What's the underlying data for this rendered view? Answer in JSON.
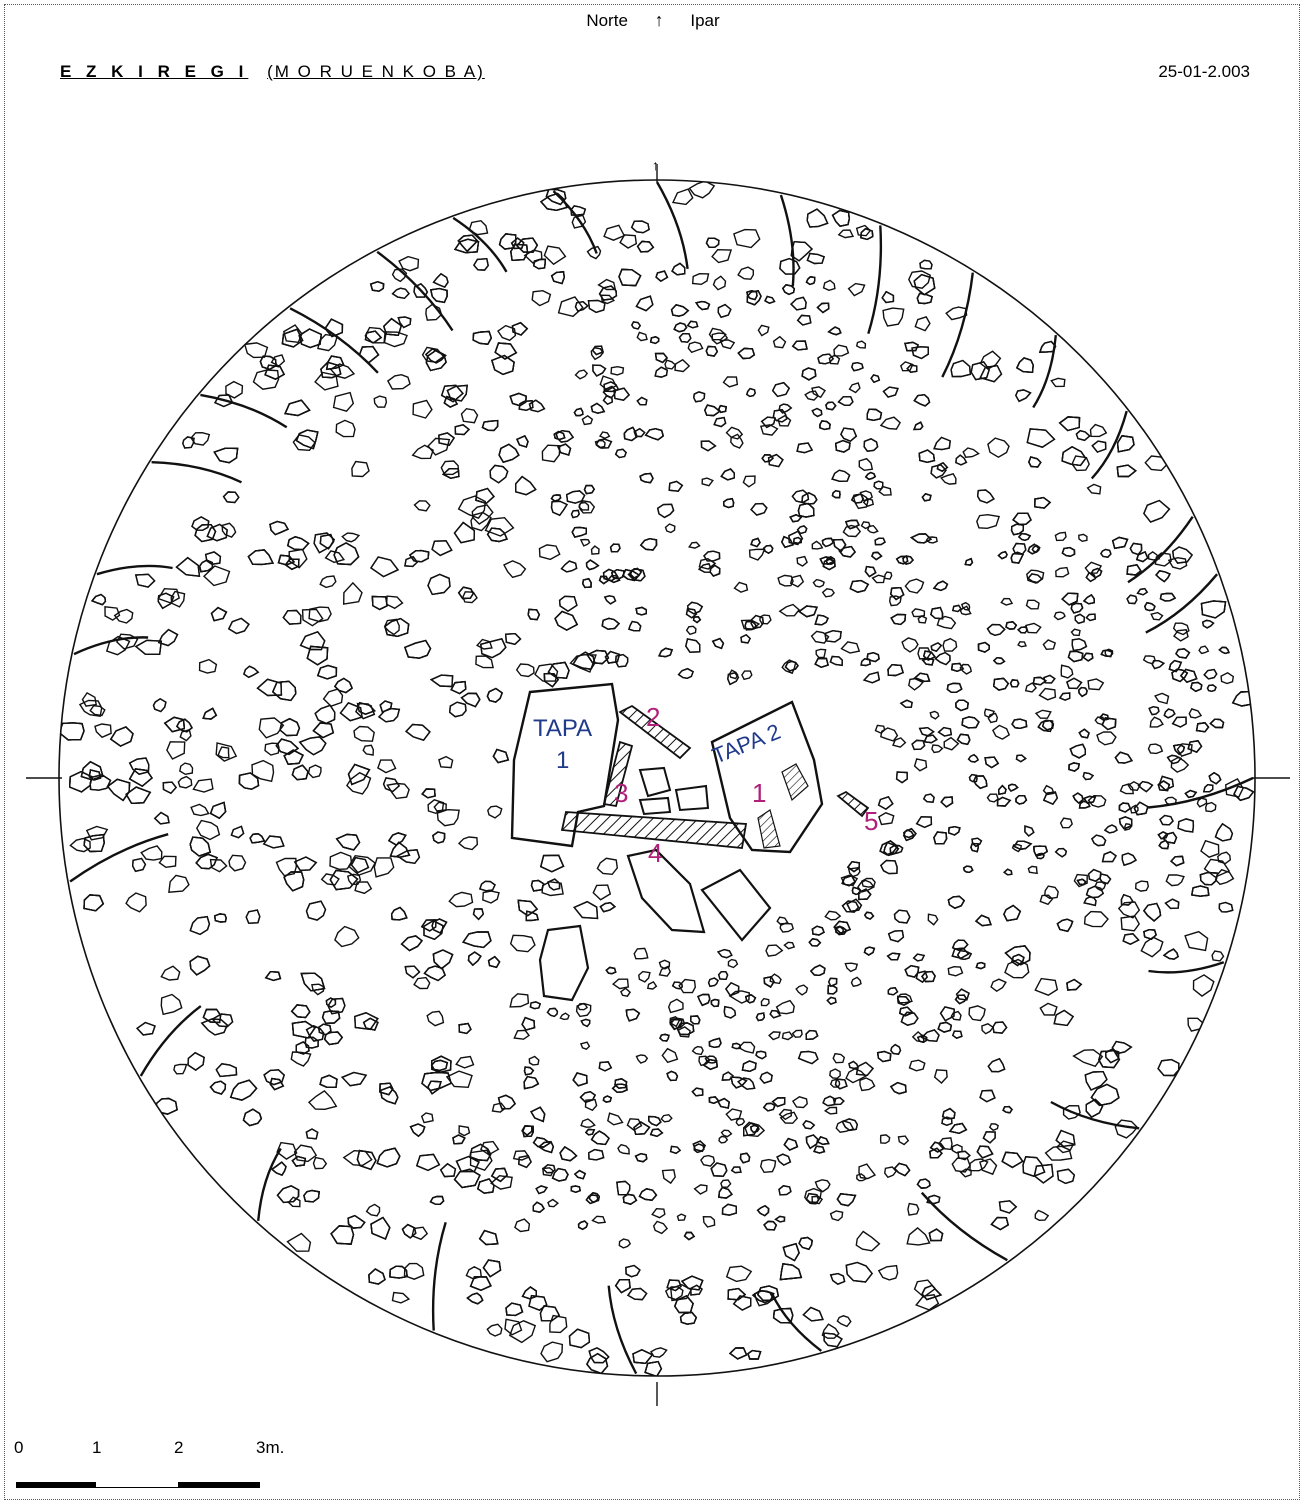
{
  "header": {
    "north_left": "Norte",
    "north_right": "Ipar",
    "north_arrow": "↑",
    "title_main": "E Z K I R E G I",
    "title_sub": "(M O R U E N  K O B A)",
    "code": "25-01-2.003"
  },
  "plan": {
    "labels": {
      "tapa1_line1": "TAPA",
      "tapa1_line2": "1",
      "tapa2_line1": "TAPA 2",
      "tapa2_num": "1",
      "n2": "2",
      "n3": "3",
      "n4": "4",
      "n5": "5",
      "center_arrow": "↑"
    },
    "colors": {
      "tapa_label": "#1f3a8a",
      "number_label": "#b0207a",
      "ink": "#111111"
    }
  },
  "scale": {
    "ticks": [
      "0",
      "1",
      "2",
      "3m."
    ]
  }
}
